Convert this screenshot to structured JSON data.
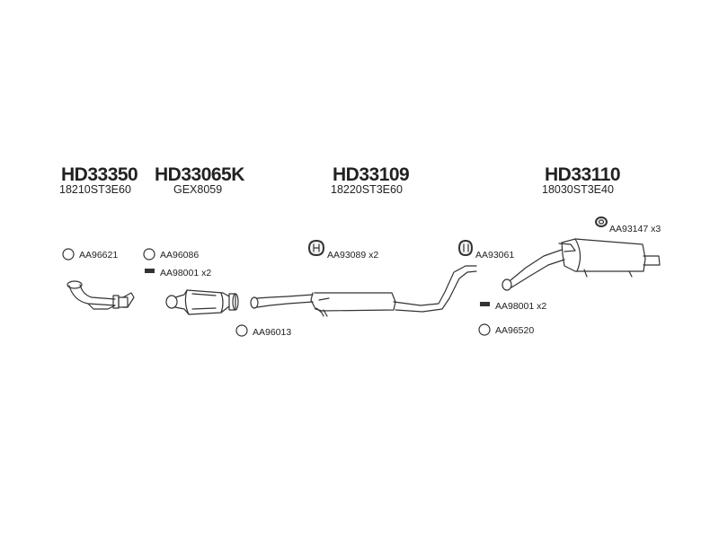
{
  "groups": [
    {
      "code": "HD33350",
      "oem": "18210ST3E60"
    },
    {
      "code": "HD33065K",
      "oem": "GEX8059"
    },
    {
      "code": "HD33109",
      "oem": "18220ST3E60"
    },
    {
      "code": "HD33110",
      "oem": "18030ST3E40"
    }
  ],
  "labels": {
    "aa96621": "AA96621",
    "aa96086": "AA96086",
    "aa98001_left": "AA98001 x2",
    "aa96013": "AA96013",
    "aa93089": "AA93089 x2",
    "aa93061": "AA93061",
    "aa93147": "AA93147 x3",
    "aa98001_right": "AA98001 x2",
    "aa96520": "AA96520"
  },
  "colors": {
    "line": "#333333",
    "text": "#222222",
    "fill": "#f4f4f4"
  }
}
